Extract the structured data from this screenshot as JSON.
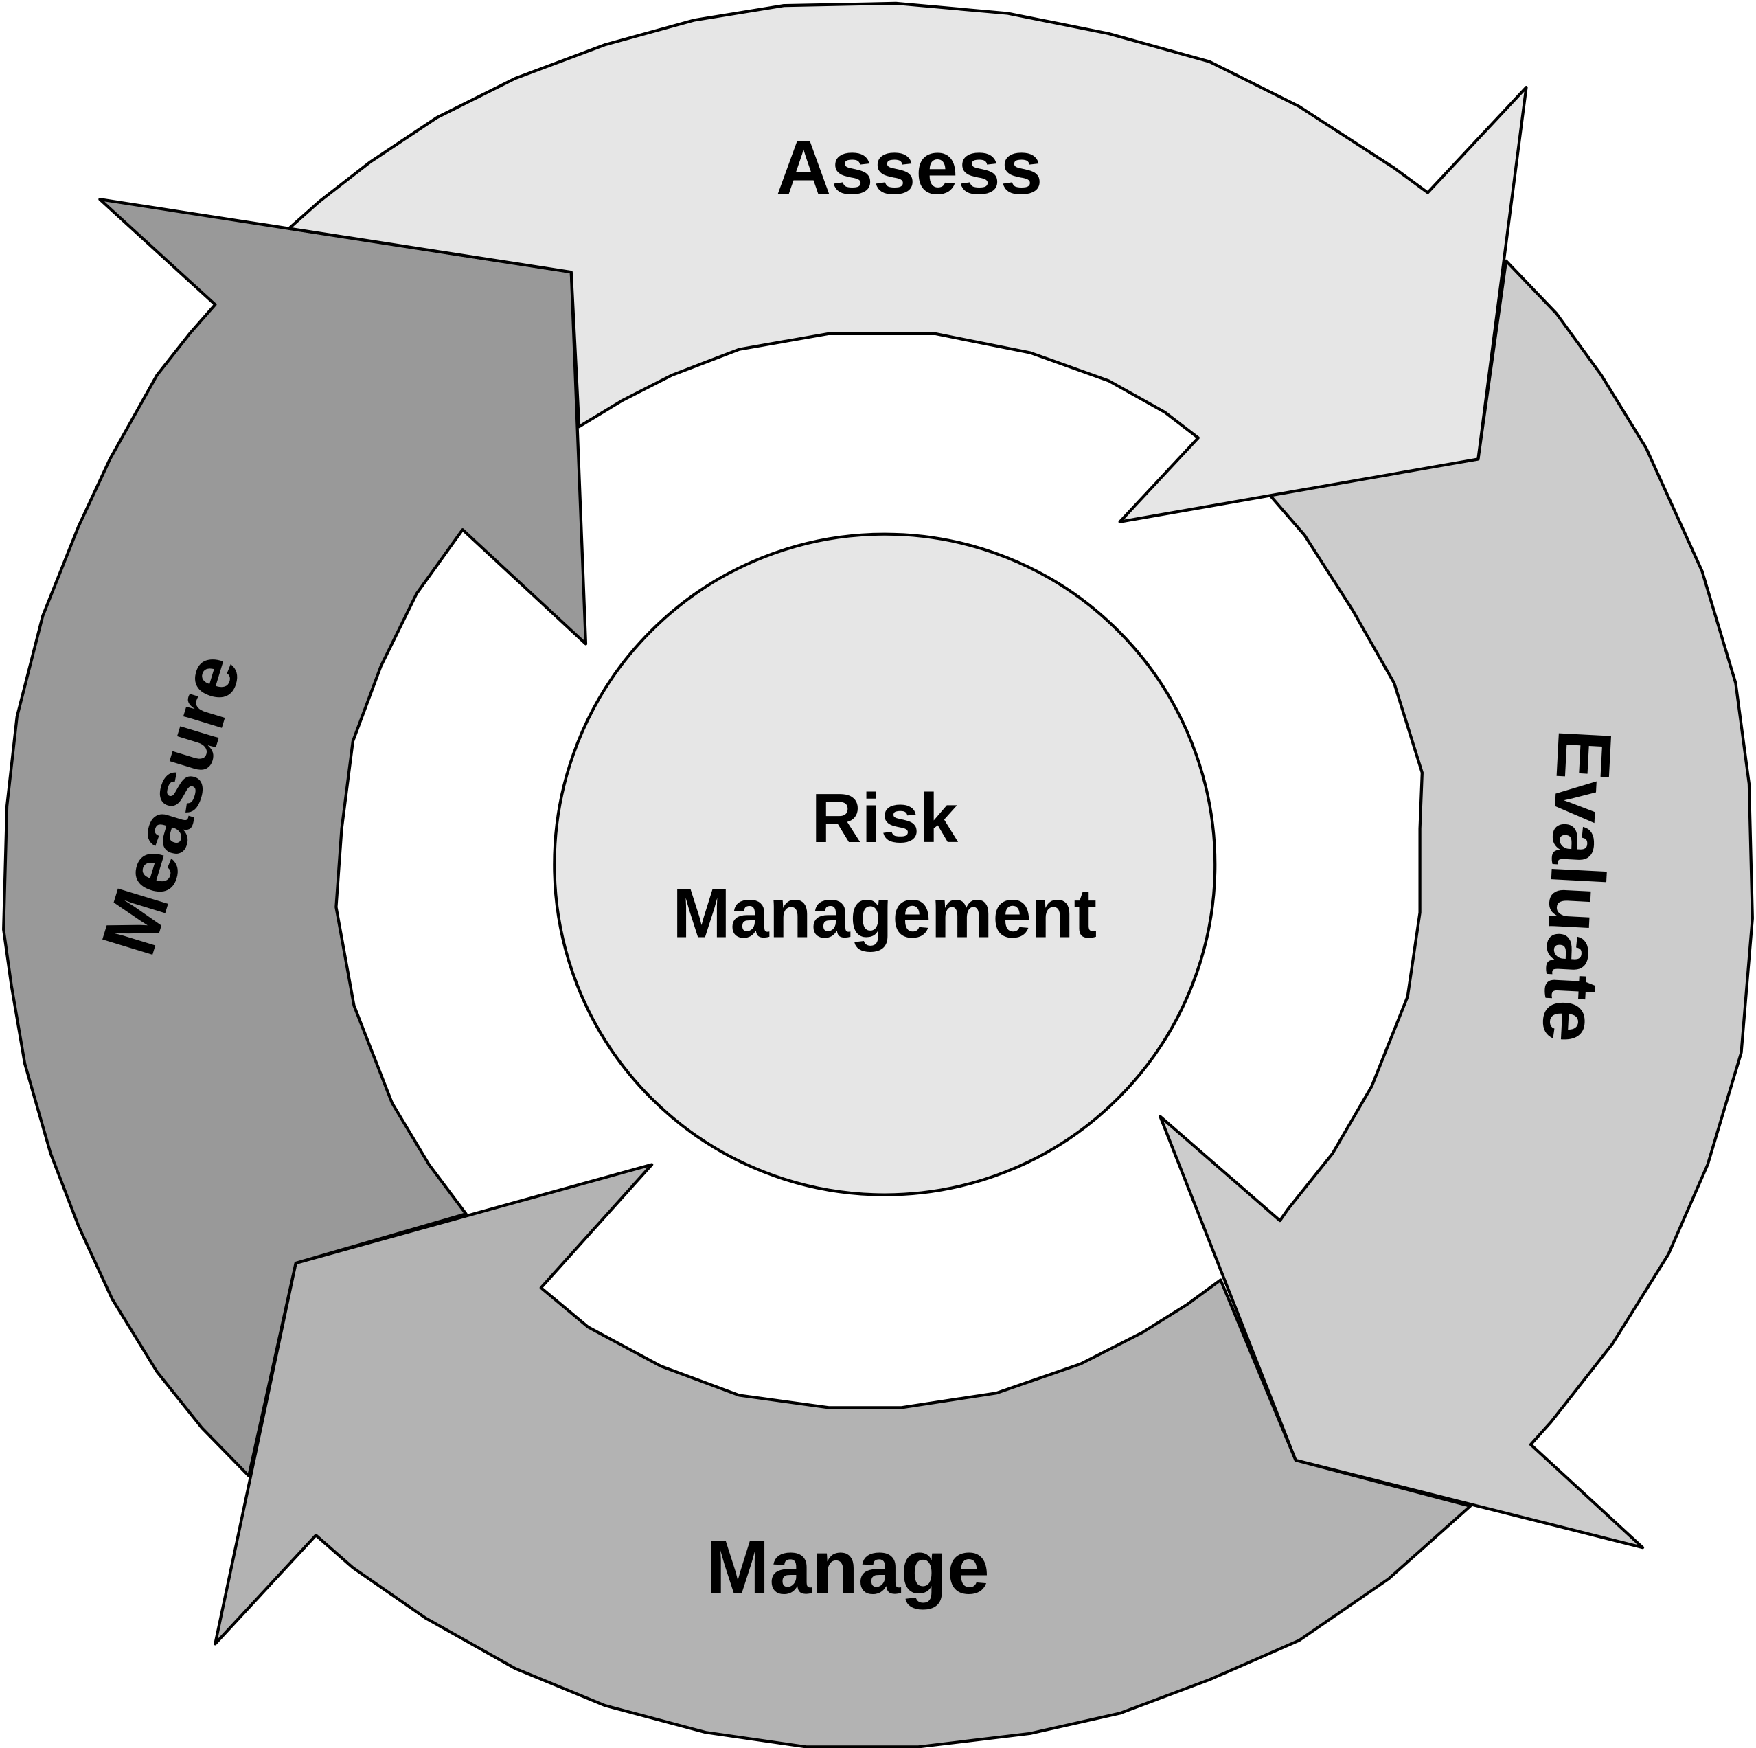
{
  "title": "Risk Management",
  "center": {
    "line1": "Risk",
    "line2": "Management",
    "fill": "#e6e6e6"
  },
  "stages": {
    "assess": {
      "label": "Assess",
      "fill": "#e6e6e6"
    },
    "evaluate": {
      "label": "Evaluate",
      "fill": "#cccccc"
    },
    "manage": {
      "label": "Manage",
      "fill": "#b3b3b3"
    },
    "measure": {
      "label": "Measure",
      "fill": "#999999"
    }
  }
}
